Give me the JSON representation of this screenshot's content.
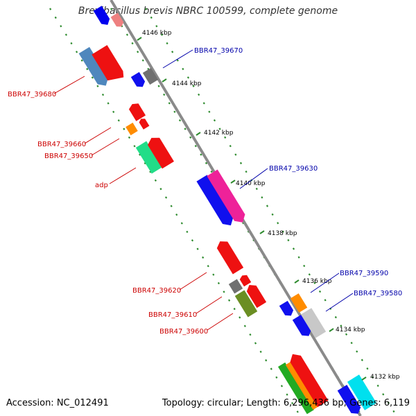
{
  "title": "Brevibacillus brevis NBRC 100599, complete genome",
  "footer": {
    "accession": "Accession: NC_012491",
    "summary": "Topology: circular; Length: 6,296,436 bp; Genes: 6,119"
  },
  "colors": {
    "backbone": "#8a8a8a",
    "dots": "#2e8b2e",
    "label_left": "#cc0000",
    "label_right": "#0000aa"
  },
  "ticks": [
    "4146 kbp",
    "4144 kbp",
    "4142 kbp",
    "4140 kbp",
    "4138 kbp",
    "4136 kbp",
    "4134 kbp",
    "4132 kbp"
  ],
  "labels": [
    {
      "text": "BBR47_39670",
      "side": "right"
    },
    {
      "text": "BBR47_39680",
      "side": "left"
    },
    {
      "text": "BBR47_39660",
      "side": "left"
    },
    {
      "text": "BBR47_39650",
      "side": "left"
    },
    {
      "text": "adp",
      "side": "left"
    },
    {
      "text": "BBR47_39630",
      "side": "right"
    },
    {
      "text": "BBR47_39620",
      "side": "left"
    },
    {
      "text": "BBR47_39610",
      "side": "left"
    },
    {
      "text": "BBR47_39600",
      "side": "left"
    },
    {
      "text": "BBR47_39590",
      "side": "right"
    },
    {
      "text": "BBR47_39580",
      "side": "right"
    }
  ]
}
